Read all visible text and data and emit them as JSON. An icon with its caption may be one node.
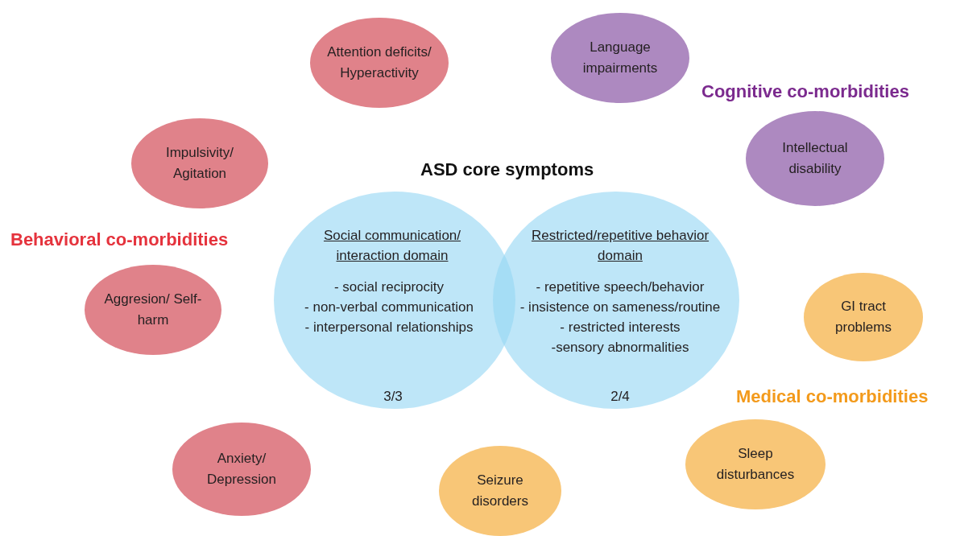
{
  "diagram": {
    "title": "ASD core symptoms",
    "nodes": [
      {
        "text": [
          "Attention deficits/ Hyperactivity"
        ]
      },
      {
        "text": [
          "Language impairments"
        ]
      },
      {
        "text": [
          "Impulsivity/ Agitation"
        ]
      },
      {
        "text": [
          "Intellectual disability"
        ]
      },
      {
        "text": [
          "Social communication/ interaction domain",
          "- social reciprocity",
          "- non-verbal communication",
          "- interpersonal relationships",
          "3/3"
        ]
      },
      {
        "text": [
          "Restricted/repetitive behavior domain",
          "- repetitive speech/behavior",
          "- insistence on sameness/routine",
          "- restricted interests",
          "-sensory abnormalities",
          "2/4"
        ]
      },
      {
        "text": [
          "GI tract problems"
        ]
      },
      {
        "text": [
          "Aggresion/ Self-harm"
        ]
      },
      {
        "text": [
          "Sleep disturbances"
        ]
      },
      {
        "text": [
          "Anxiety/ Depression"
        ]
      },
      {
        "text": [
          "Seizure disorders"
        ]
      }
    ],
    "edges": [],
    "labels": [
      "Cognitive co-morbidities",
      "Behavioral co-morbidities",
      "Medical co-morbidities"
    ]
  }
}
